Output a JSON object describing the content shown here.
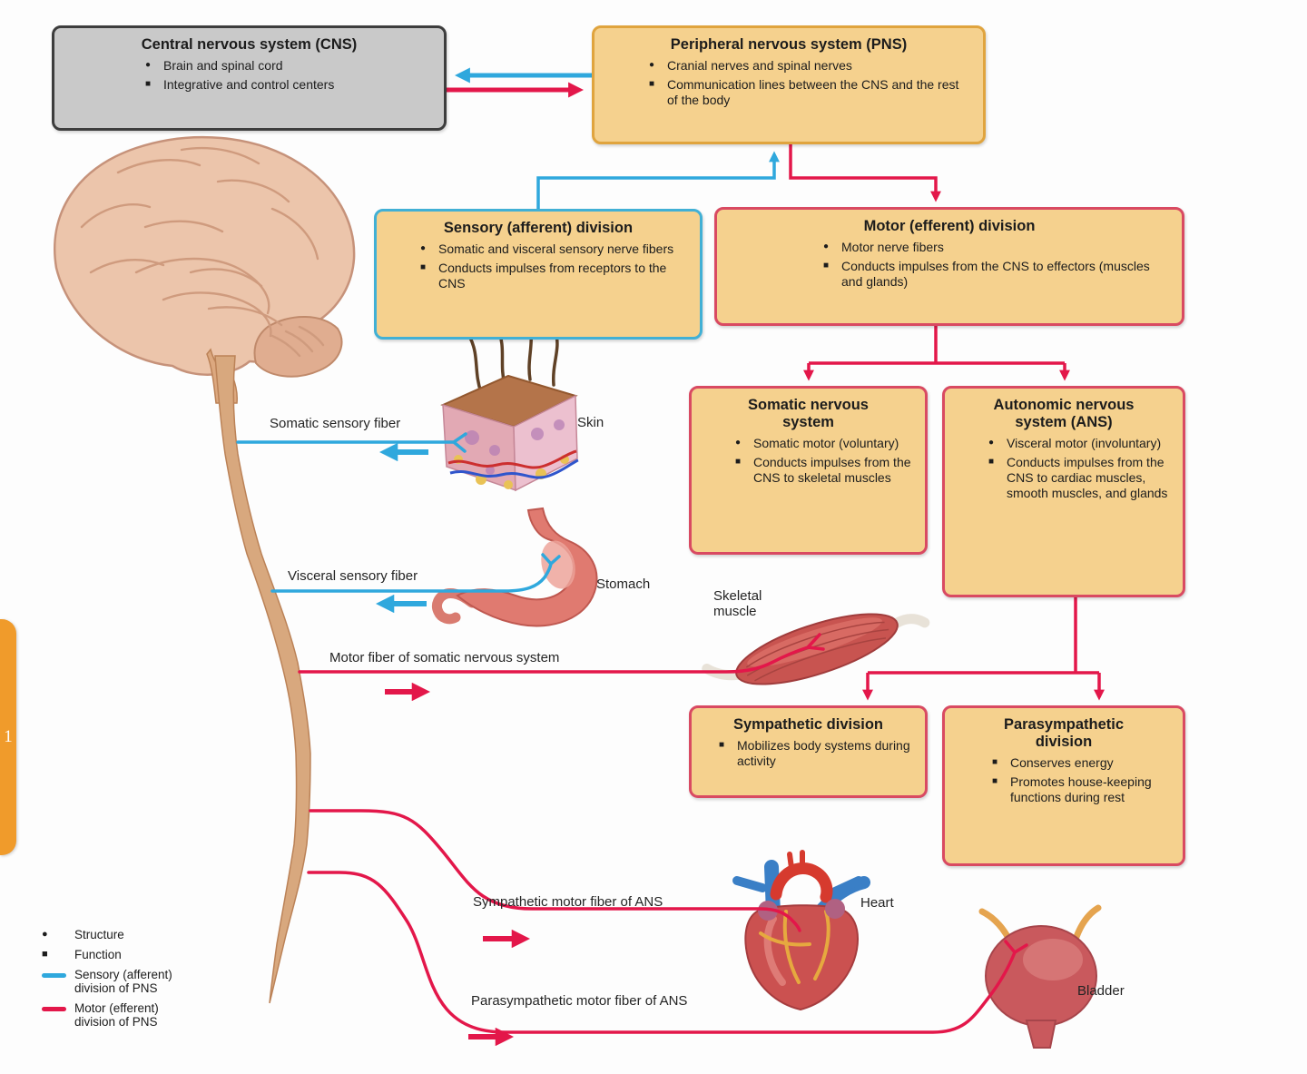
{
  "figure": {
    "subject": "Organization of the nervous system flowchart"
  },
  "colors": {
    "box_fill_orange": "#f5d18e",
    "box_border_orange": "#e0a43e",
    "box_fill_gray": "#c9c9c9",
    "box_border_gray": "#3d3d3d",
    "box_border_blue": "#41b0d5",
    "box_border_red": "#d94a62",
    "sensory_line_blue": "#2fa8dd",
    "motor_line_red": "#e3174a",
    "side_tab_orange": "#f09b2b"
  },
  "glyphs": {
    "structure_bullet": "●",
    "function_bullet": "■"
  },
  "boxes": {
    "cns": {
      "title": "Central nervous system (CNS)",
      "items": [
        {
          "bullet": "●",
          "text": "Brain and spinal cord"
        },
        {
          "bullet": "■",
          "text": "Integrative and control centers"
        }
      ]
    },
    "pns": {
      "title": "Peripheral nervous system (PNS)",
      "items": [
        {
          "bullet": "●",
          "text": "Cranial nerves and spinal nerves"
        },
        {
          "bullet": "■",
          "text": "Communication lines between the CNS and the rest of the body"
        }
      ]
    },
    "sensory": {
      "title": "Sensory (afferent) division",
      "items": [
        {
          "bullet": "●",
          "text": "Somatic and visceral sensory nerve fibers"
        },
        {
          "bullet": "■",
          "text": "Conducts impulses from receptors to the CNS"
        }
      ]
    },
    "motor": {
      "title": "Motor (efferent) division",
      "items": [
        {
          "bullet": "●",
          "text": "Motor nerve fibers"
        },
        {
          "bullet": "■",
          "text": "Conducts impulses from the CNS to effectors (muscles and glands)"
        }
      ]
    },
    "somatic": {
      "title": "Somatic nervous system",
      "items": [
        {
          "bullet": "●",
          "text": "Somatic motor (voluntary)"
        },
        {
          "bullet": "■",
          "text": "Conducts impulses from the CNS to skeletal muscles"
        }
      ]
    },
    "ans": {
      "title": "Autonomic nervous system (ANS)",
      "items": [
        {
          "bullet": "●",
          "text": "Visceral motor (involuntary)"
        },
        {
          "bullet": "■",
          "text": "Conducts impulses from the CNS to cardiac muscles, smooth muscles, and glands"
        }
      ]
    },
    "sympathetic": {
      "title": "Sympathetic division",
      "items": [
        {
          "bullet": "■",
          "text": "Mobilizes body systems during activity"
        }
      ]
    },
    "parasympathetic": {
      "title": "Parasympathetic division",
      "items": [
        {
          "bullet": "■",
          "text": "Conserves energy"
        },
        {
          "bullet": "■",
          "text": "Promotes house-keeping functions during rest"
        }
      ]
    }
  },
  "fiber_labels": {
    "somatic_sensory": "Somatic sensory fiber",
    "visceral_sensory": "Visceral sensory fiber",
    "somatic_motor": "Motor fiber of somatic nervous system",
    "sympathetic_motor": "Sympathetic motor fiber of ANS",
    "parasympathetic_motor": "Parasympathetic motor fiber of ANS"
  },
  "organ_labels": {
    "skin": "Skin",
    "stomach": "Stomach",
    "skeletal_muscle": "Skeletal muscle",
    "heart": "Heart",
    "bladder": "Bladder"
  },
  "legend": {
    "structure": "Structure",
    "function": "Function",
    "sensory_line1": "Sensory (afferent)",
    "sensory_line2": "division of PNS",
    "motor_line1": "Motor (efferent)",
    "motor_line2": "division of PNS"
  },
  "side_tab": {
    "label": "1"
  }
}
